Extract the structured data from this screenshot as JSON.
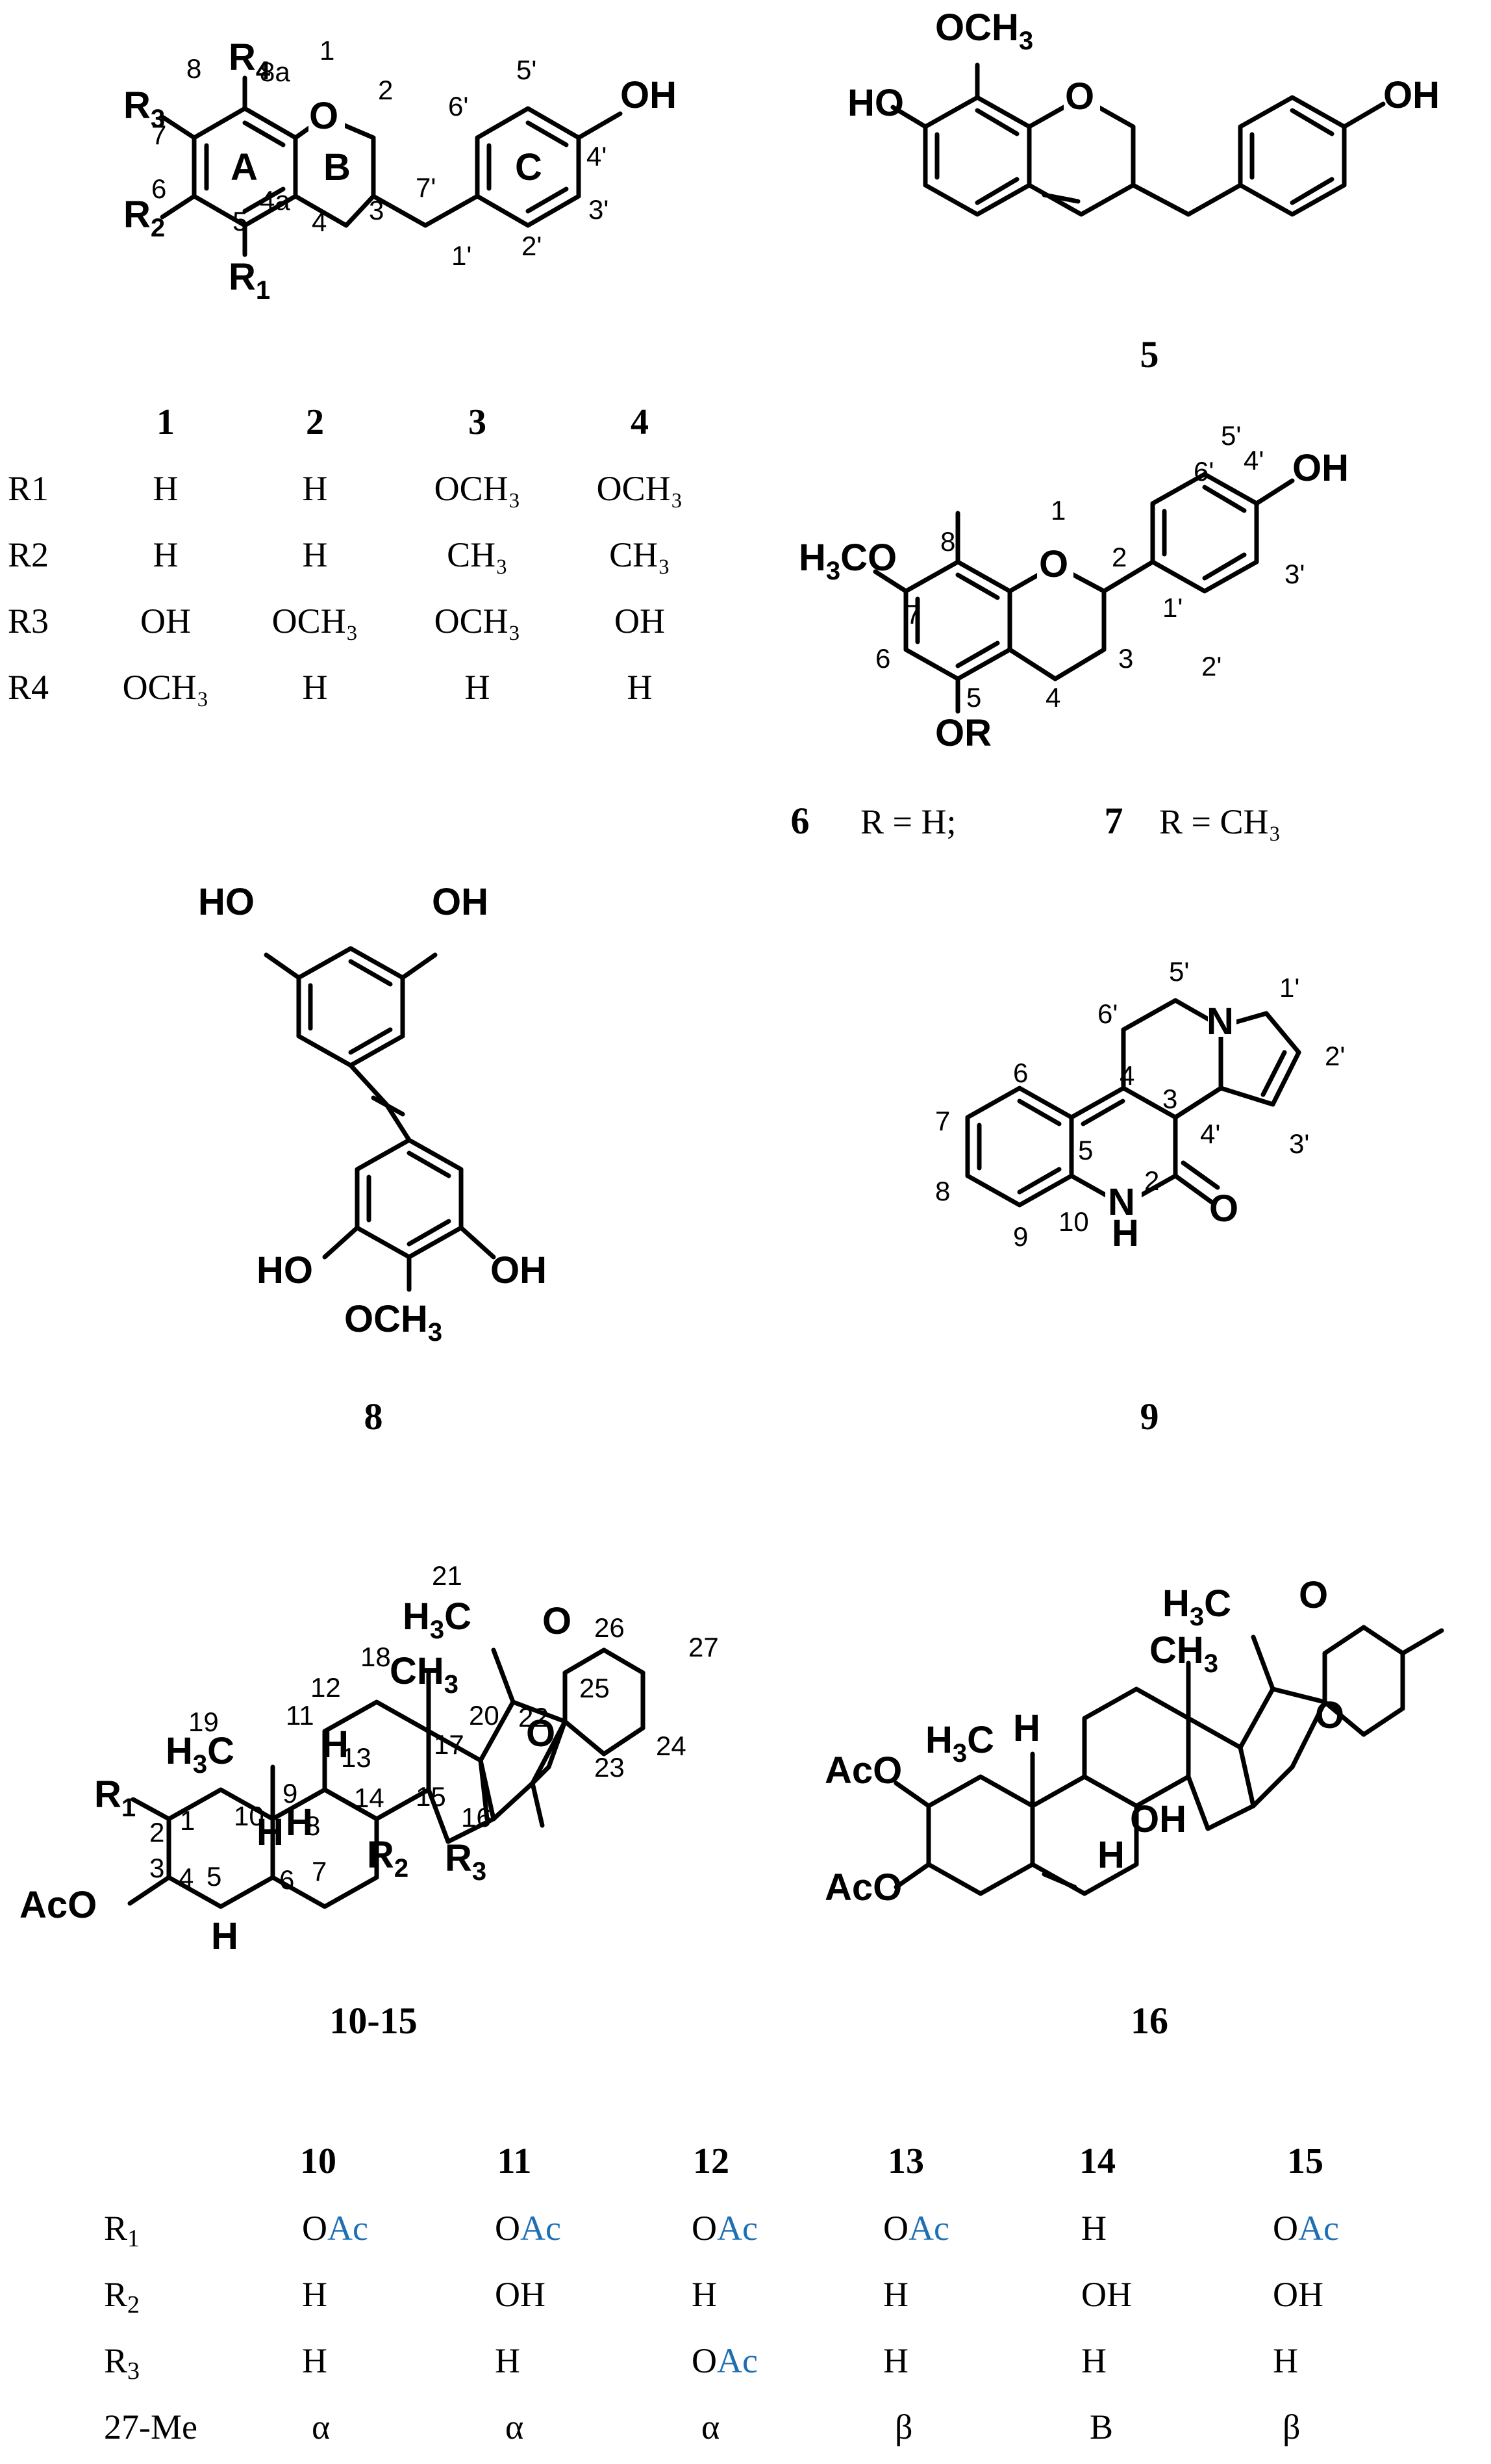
{
  "compound_1_4": {
    "atoms": {
      "O": "O",
      "OH": "OH",
      "R1": "R",
      "R1sub": "1",
      "R2": "R",
      "R2sub": "2",
      "R3": "R",
      "R3sub": "3",
      "R4": "R",
      "R4sub": "4"
    },
    "ring_labels": {
      "A": "A",
      "B": "B",
      "C": "C"
    },
    "locants": {
      "l1": "1",
      "l2": "2",
      "l3": "3",
      "l4": "4",
      "l4a": "4a",
      "l5": "5",
      "l6": "6",
      "l7": "7",
      "l8": "8",
      "l8a": "8a",
      "l7p": "7'",
      "l1p": "1'",
      "l2p": "2'",
      "l3p": "3'",
      "l4p": "4'",
      "l5p": "5'",
      "l6p": "6'"
    }
  },
  "table_1_4": {
    "headers": [
      "1",
      "2",
      "3",
      "4"
    ],
    "rows": [
      {
        "label": "R1",
        "values": [
          "H",
          "H",
          "OCH₃",
          "OCH₃"
        ]
      },
      {
        "label": "R2",
        "values": [
          "H",
          "H",
          "CH₃",
          "CH₃"
        ]
      },
      {
        "label": "R3",
        "values": [
          "OH",
          "OCH₃",
          "OCH₃",
          "OH"
        ]
      },
      {
        "label": "R4",
        "values": [
          "OCH₃",
          "H",
          "H",
          "H"
        ]
      }
    ]
  },
  "compound_5": {
    "atoms": {
      "OMe": "OCH",
      "OMe3": "3",
      "HO": "HO",
      "O": "O",
      "OH": "OH"
    },
    "caption": "5"
  },
  "compound_6_7": {
    "atoms": {
      "H3CO": "H",
      "H3COsub": "3",
      "H3COtail": "CO",
      "O": "O",
      "OH": "OH",
      "OR": "OR"
    },
    "locants": {
      "l1": "1",
      "l2": "2",
      "l3": "3",
      "l4": "4",
      "l5": "5",
      "l6": "6",
      "l7": "7",
      "l8": "8",
      "l1p": "1'",
      "l2p": "2'",
      "l3p": "3'",
      "l4p": "4'",
      "l5p": "5'",
      "l6p": "6'"
    },
    "caption_6": "6",
    "caption_6_text": "R = H;",
    "caption_7": "7",
    "caption_7_text": "R = CH₃"
  },
  "compound_8": {
    "atoms": {
      "HO1": "HO",
      "OH1": "OH",
      "HO2": "HO",
      "OH2": "OH",
      "OMe": "OCH",
      "OMe3": "3"
    },
    "caption": "8"
  },
  "compound_9": {
    "atoms": {
      "N": "N",
      "NH_N": "N",
      "NH_H": "H",
      "O": "O"
    },
    "locants": {
      "l1p": "1'",
      "l2p": "2'",
      "l3p": "3'",
      "l4p": "4'",
      "l5p": "5'",
      "l6p": "6'",
      "l2": "2",
      "l3": "3",
      "l4": "4",
      "l5": "5",
      "l6": "6",
      "l7": "7",
      "l8": "8",
      "l9": "9",
      "l10": "10"
    },
    "caption": "9"
  },
  "compound_10_15": {
    "atoms": {
      "H3C_a": "H",
      "H3C_a3": "3",
      "H3C_aC": "C",
      "CH3_b": "CH",
      "CH3_b3": "3",
      "H3C_c": "H",
      "H3C_c3": "3",
      "H3C_cC": "C",
      "O1": "O",
      "O2": "O",
      "AcO": "AcO",
      "R1": "R",
      "R1s": "1",
      "R2": "R",
      "R2s": "2",
      "R3": "R",
      "R3s": "3",
      "H9": "H",
      "H10": "H",
      "H5": "H",
      "H8": "H"
    },
    "locants": {
      "l1": "1",
      "l2": "2",
      "l3": "3",
      "l4": "4",
      "l5": "5",
      "l6": "6",
      "l7": "7",
      "l8": "8",
      "l9": "9",
      "l10": "10",
      "l11": "11",
      "l12": "12",
      "l13": "13",
      "l14": "14",
      "l15": "15",
      "l16": "16",
      "l17": "17",
      "l18": "18",
      "l19": "19",
      "l20": "20",
      "l21": "21",
      "l22": "22",
      "l23": "23",
      "l24": "24",
      "l25": "25",
      "l26": "26",
      "l27": "27"
    },
    "caption": "10-15"
  },
  "compound_16": {
    "atoms": {
      "H3C_a": "H",
      "H3C_a3": "3",
      "H3C_aC": "C",
      "CH3_b": "CH",
      "CH3_b3": "3",
      "H3C_c": "H",
      "H3C_c3": "3",
      "H3C_cC": "C",
      "O1": "O",
      "O2": "O",
      "AcO1": "AcO",
      "AcO2": "AcO",
      "OH": "OH",
      "H9": "H",
      "H8": "H"
    },
    "caption": "16"
  },
  "table_10_15": {
    "headers": [
      "10",
      "11",
      "12",
      "13",
      "14",
      "15"
    ],
    "rows": [
      {
        "label": "R",
        "sub": "1",
        "values": [
          [
            "O",
            "Ac"
          ],
          [
            "O",
            "Ac"
          ],
          [
            "O",
            "Ac"
          ],
          [
            "O",
            "Ac"
          ],
          [
            "H",
            ""
          ],
          [
            "O",
            "Ac"
          ]
        ]
      },
      {
        "label": "R",
        "sub": "2",
        "values": [
          [
            "H",
            ""
          ],
          [
            "OH",
            ""
          ],
          [
            "H",
            ""
          ],
          [
            "H",
            ""
          ],
          [
            "OH",
            ""
          ],
          [
            "OH",
            ""
          ]
        ]
      },
      {
        "label": "R",
        "sub": "3",
        "values": [
          [
            "H",
            ""
          ],
          [
            "H",
            ""
          ],
          [
            "O",
            "Ac"
          ],
          [
            "H",
            ""
          ],
          [
            "H",
            ""
          ],
          [
            "H",
            ""
          ]
        ]
      },
      {
        "label": "27-Me",
        "sub": "",
        "values": [
          [
            "α",
            ""
          ],
          [
            "α",
            ""
          ],
          [
            "α",
            ""
          ],
          [
            "β",
            ""
          ],
          [
            "Β",
            ""
          ],
          [
            "β",
            ""
          ]
        ]
      }
    ]
  },
  "colors": {
    "accent_blue": "#1f6fb3",
    "ink": "#000000"
  }
}
